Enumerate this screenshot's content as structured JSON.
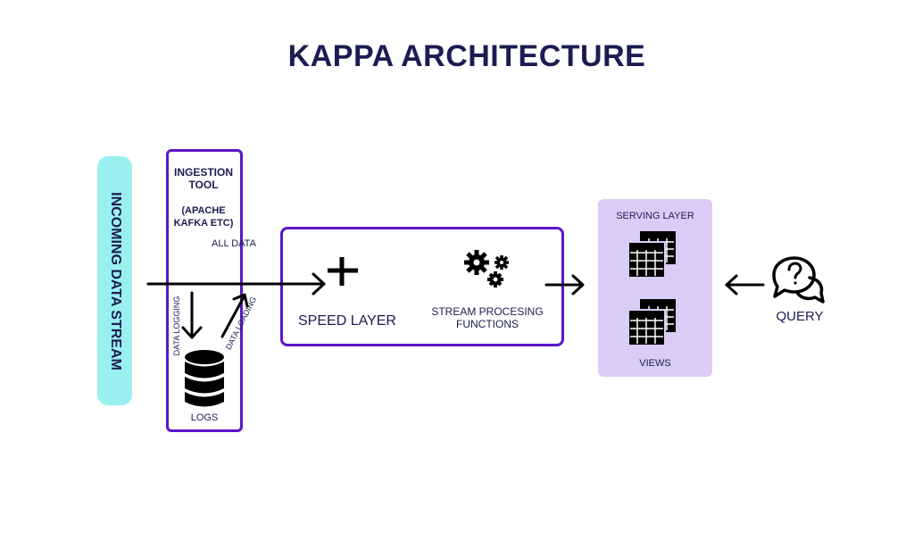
{
  "title": "KAPPA ARCHITECTURE",
  "incoming": {
    "label": "INCOMING DATA STREAM",
    "color": "#9af0ef"
  },
  "ingestion": {
    "title_line1": "INGESTION",
    "title_line2": "TOOL",
    "sub_line1": "(APACHE",
    "sub_line2": "KAFKA ETC)",
    "all_data": "ALL DATA",
    "data_logging": "DATA LOGGING",
    "data_loading": "DATA LOADING",
    "logs": "LOGS",
    "border_color": "#5a16c9"
  },
  "speed_layer": {
    "label": "SPEED LAYER",
    "stream_line1": "STREAM PROCESING",
    "stream_line2": "FUNCTIONS",
    "plus_icon": "plus-icon",
    "gears_icon": "gears-icon"
  },
  "serving_layer": {
    "label": "SERVING LAYER",
    "views": "VIEWS",
    "color": "#d9cdf6",
    "icon": "table-icon"
  },
  "query": {
    "label": "QUERY",
    "icon": "question-chat-icon"
  },
  "colors": {
    "text": "#1c1c52",
    "accent": "#5a16c9"
  }
}
